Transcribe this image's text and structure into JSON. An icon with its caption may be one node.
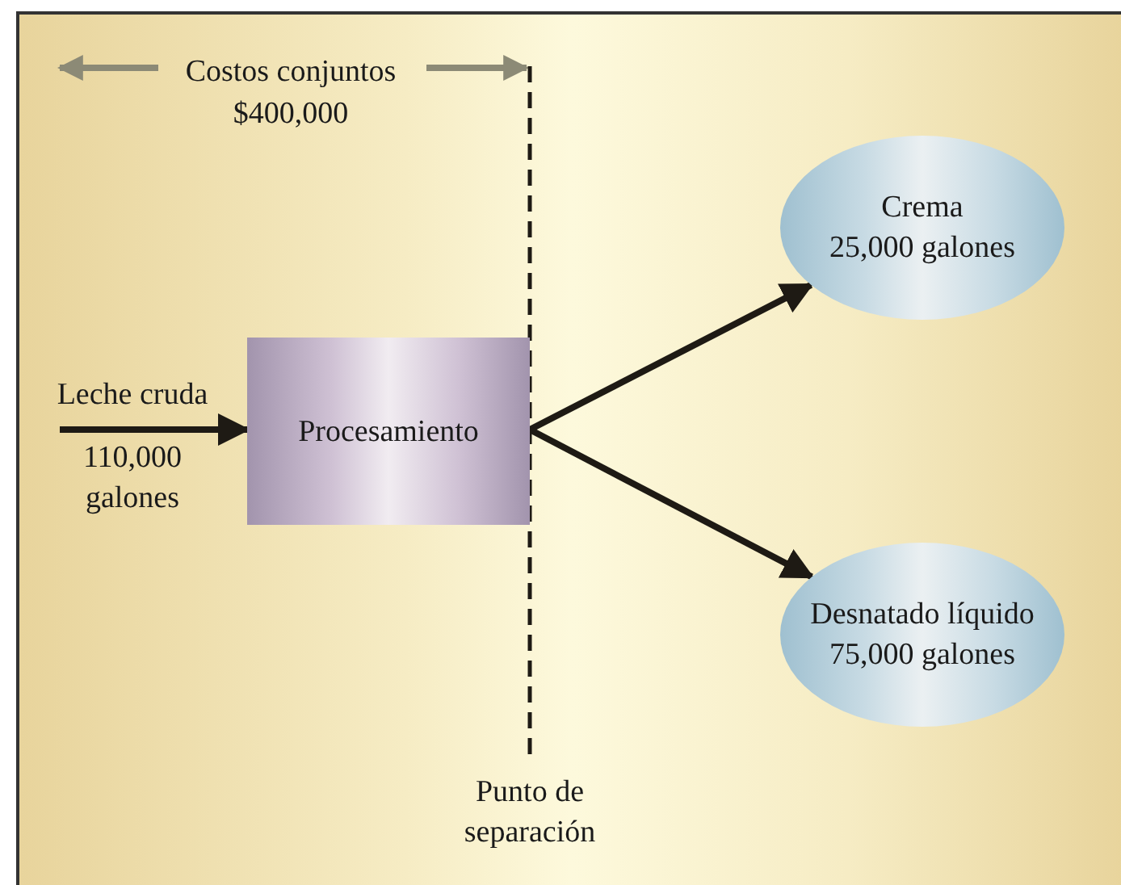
{
  "diagram": {
    "nodes": [
      {
        "text": [
          "Procesamiento"
        ]
      },
      {
        "text": [
          "Crema",
          "25,000 galones"
        ]
      },
      {
        "text": [
          "Desnatado líquido",
          "75,000 galones"
        ]
      }
    ],
    "edges": [
      {
        "from": null,
        "to": 0,
        "arrow": "to"
      },
      {
        "from": 0,
        "to": 1,
        "arrow": "to"
      },
      {
        "from": 0,
        "to": 2,
        "arrow": "to"
      }
    ],
    "labels": [
      "Costos conjuntos",
      "$400,000",
      "Leche cruda",
      "110,000 galones",
      "Punto de separación"
    ]
  }
}
